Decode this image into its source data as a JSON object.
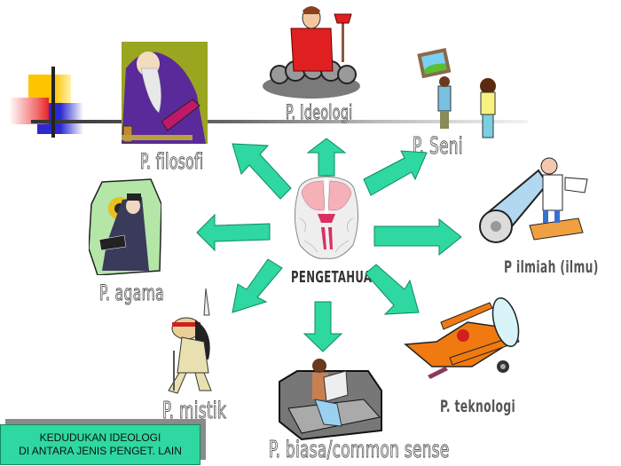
{
  "diagram": {
    "center": {
      "label": "PENGETAHUAN",
      "icon": "brain-icon"
    },
    "nodes": [
      {
        "id": "ideologi",
        "label": "P. Ideologi",
        "icon": "orator-with-axe-icon"
      },
      {
        "id": "seni",
        "label": "P. Seni",
        "icon": "people-with-painting-icon"
      },
      {
        "id": "ilmiah",
        "label": "P ilmiah (ilmu)",
        "icon": "scientist-telescope-icon"
      },
      {
        "id": "teknologi",
        "label": "P. teknologi",
        "icon": "biplane-icon"
      },
      {
        "id": "biasa",
        "label": "P. biasa/common sense",
        "icon": "man-reading-newspaper-icon"
      },
      {
        "id": "mistik",
        "label": "P. mistik",
        "icon": "native-shaman-icon"
      },
      {
        "id": "agama",
        "label": "P. agama",
        "icon": "monk-reading-icon"
      },
      {
        "id": "filosofi",
        "label": "P. filosofi",
        "icon": "philosopher-with-book-icon"
      }
    ],
    "arrow_color": "#2ed8a0",
    "arrow_stroke": "#0f8a60"
  },
  "caption": {
    "line1": "KEDUDUKAN IDEOLOGI",
    "line2": "DI ANTARA JENIS PENGET. LAIN",
    "bg_color": "#2ed8a0"
  },
  "decor": {
    "colors": {
      "yellow": "#ffc400",
      "red": "#e82424",
      "blue": "#2a2ad0"
    }
  }
}
